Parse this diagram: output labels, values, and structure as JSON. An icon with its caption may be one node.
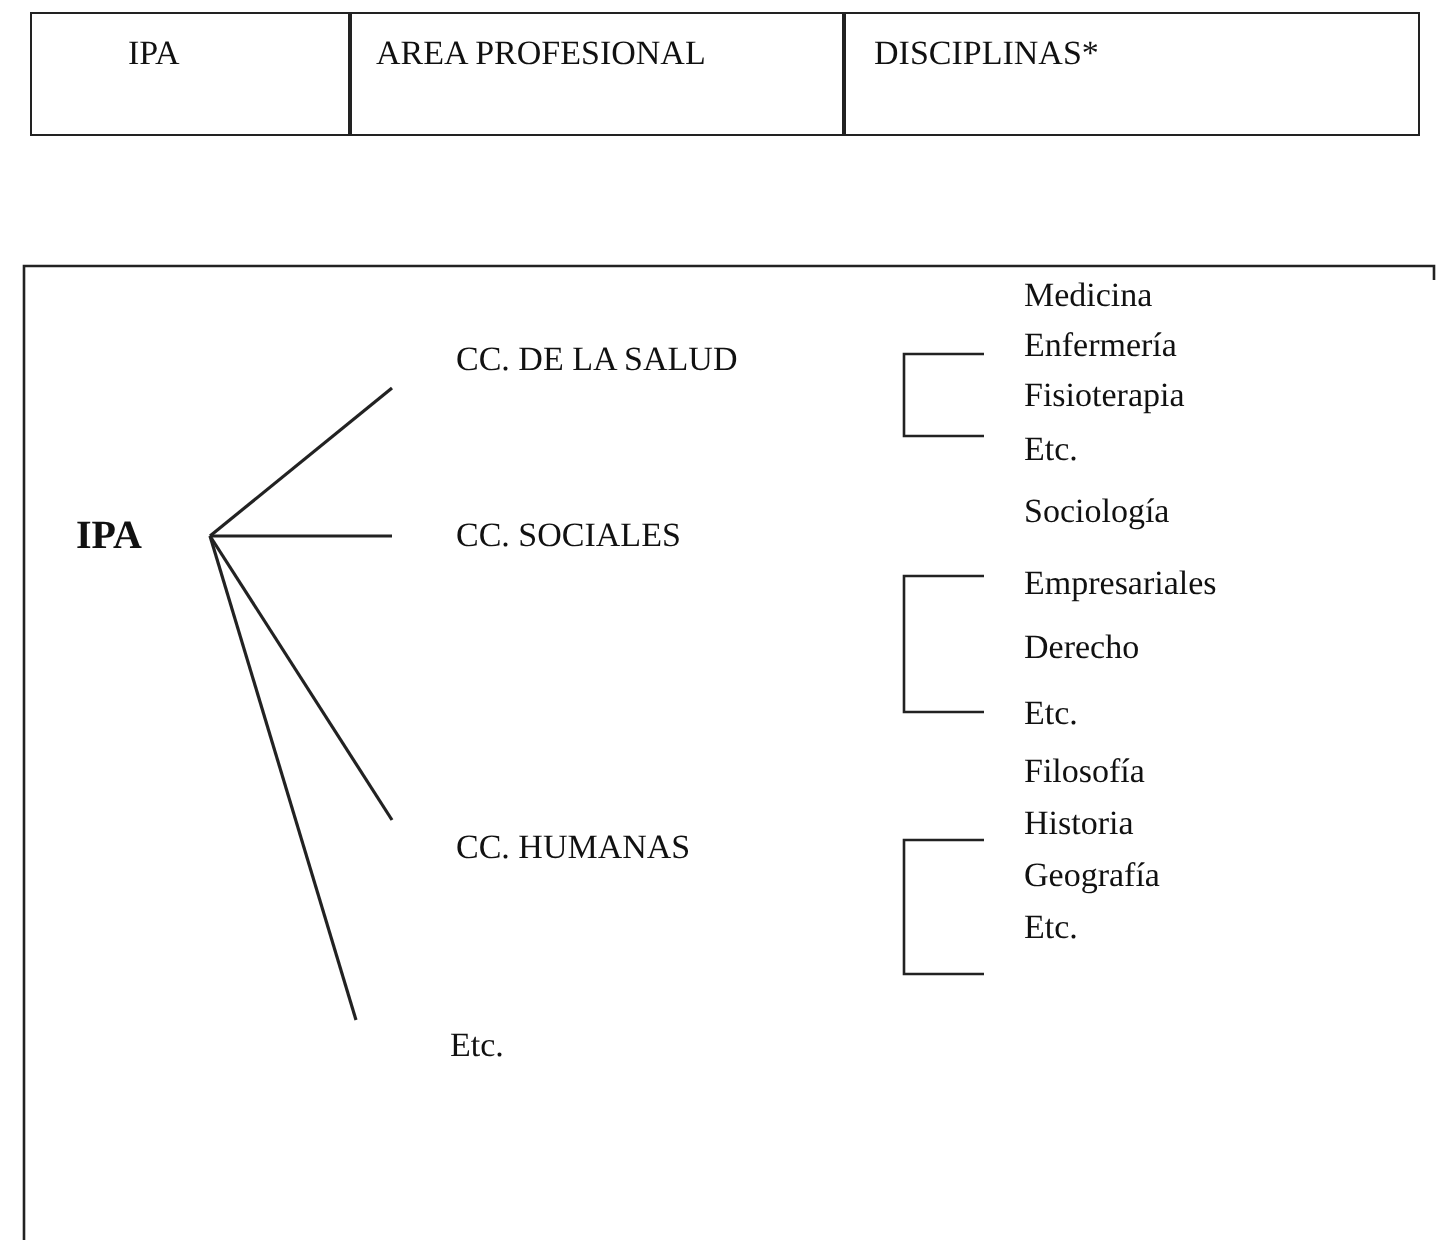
{
  "diagram": {
    "nodes": [
      {
        "text": [
          "IPA"
        ]
      },
      {
        "text": [
          "CC. DE LA SALUD"
        ]
      },
      {
        "text": [
          "CC. SOCIALES"
        ]
      },
      {
        "text": [
          "CC. HUMANAS"
        ]
      },
      {
        "text": [
          "Etc."
        ]
      },
      {
        "text": [
          "Medicina"
        ]
      },
      {
        "text": [
          "Enfermería"
        ]
      },
      {
        "text": [
          "Fisioterapia"
        ]
      },
      {
        "text": [
          "Etc."
        ]
      },
      {
        "text": [
          "Sociología"
        ]
      },
      {
        "text": [
          "Empresariales"
        ]
      },
      {
        "text": [
          "Derecho"
        ]
      },
      {
        "text": [
          "Etc."
        ]
      },
      {
        "text": [
          "Filosofía"
        ]
      },
      {
        "text": [
          "Historia"
        ]
      },
      {
        "text": [
          "Geografía"
        ]
      },
      {
        "text": [
          "Etc."
        ]
      }
    ],
    "edges": [
      {
        "from": 0,
        "to": 1,
        "arrow": "none"
      },
      {
        "from": 0,
        "to": 2,
        "arrow": "none"
      },
      {
        "from": 0,
        "to": 3,
        "arrow": "none"
      },
      {
        "from": 0,
        "to": 4,
        "arrow": "none"
      }
    ],
    "labels": [
      "IPA",
      "AREA PROFESIONAL",
      "DISCIPLINAS*"
    ]
  }
}
